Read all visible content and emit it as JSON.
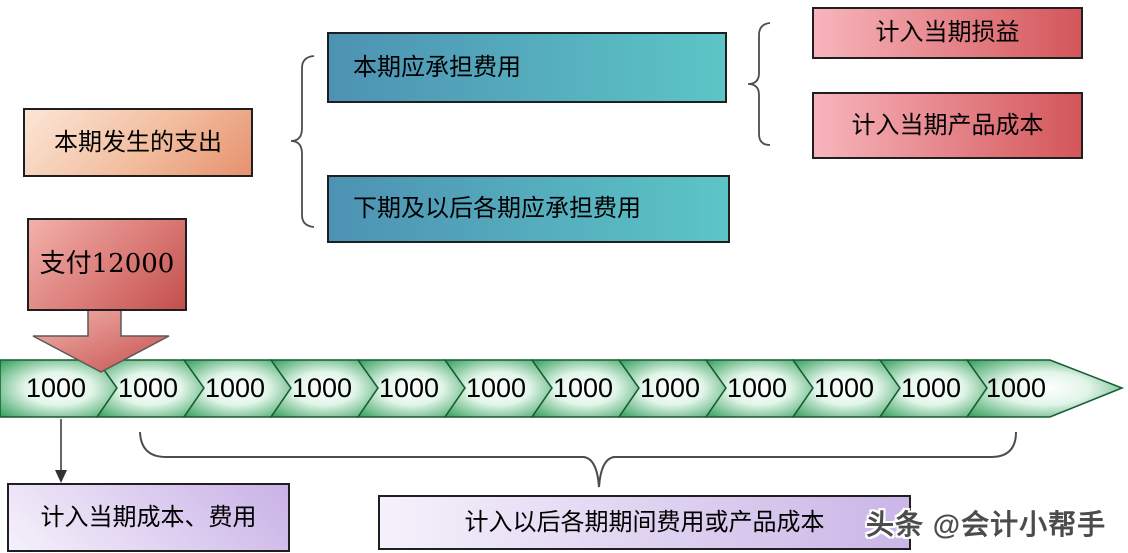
{
  "diagram": {
    "boxes": {
      "source": "本期发生的支出",
      "current_expense": "本期应承担费用",
      "future_expense": "下期及以后各期应承担费用",
      "current_pl": "计入当期损益",
      "current_product_cost": "计入当期产品成本",
      "payment": "支付12000",
      "current_cost": "计入当期成本、费用",
      "future_cost": "计入以后各期期间费用或产品成本"
    },
    "timeline": {
      "segments": [
        "1000",
        "1000",
        "1000",
        "1000",
        "1000",
        "1000",
        "1000",
        "1000",
        "1000",
        "1000",
        "1000",
        "1000"
      ],
      "segment_count": 12,
      "total": "12000"
    },
    "watermark": "头条 @会计小帮手",
    "colors": {
      "source_box_gradient": [
        "#fbe6d7",
        "#e6926f"
      ],
      "teal_box_gradient": [
        "#4d92b3",
        "#5cc5c6"
      ],
      "pink_box_gradient": [
        "#f8b5bc",
        "#d3565a"
      ],
      "payment_box_gradient": [
        "#f2b1ab",
        "#c24f4c"
      ],
      "purple_box_gradient": [
        "#f5f1fb",
        "#c9b3e6"
      ],
      "timeline_green": "#2a9a54",
      "watermark_gray": "#4c4c4c"
    }
  }
}
